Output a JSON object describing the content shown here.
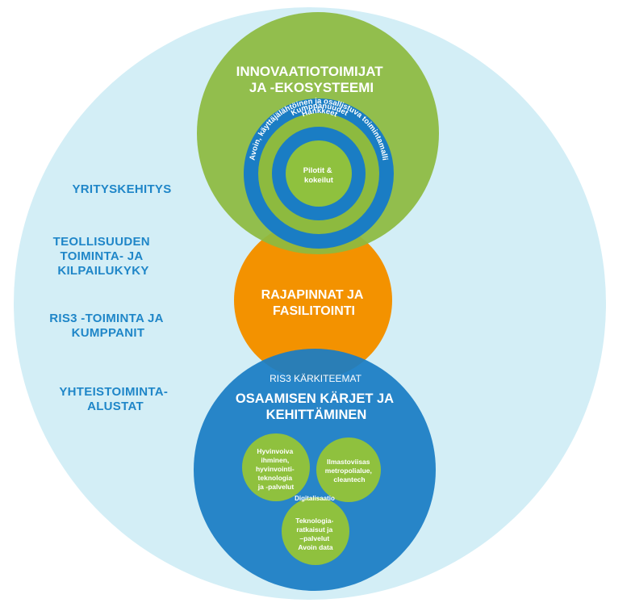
{
  "side_labels": [
    [
      "YRITYSKEHITYS"
    ],
    [
      "TEOLLISUUDEN",
      "TOIMINTA- JA",
      "KILPAILUKYKY"
    ],
    [
      "RIS3 -TOIMINTA JA",
      "KUMPPANIT"
    ],
    [
      "YHTEISTOIMINTA-",
      "ALUSTAT"
    ]
  ],
  "innovation": {
    "title": [
      "INNOVAATIOTOIMIJAT",
      "JA -EKOSYSTEEMI"
    ],
    "ring_outer": "Avoin, käyttäjälähtöinen ja osallistuva toimintamalli",
    "ring_partners": "Kumppanuudet",
    "ring_projects": "Hankkeet",
    "core": [
      "Pilotit &",
      "kokeilut"
    ]
  },
  "interfaces": {
    "title": [
      "RAJAPINNAT JA",
      "FASILITOINTI"
    ]
  },
  "competence": {
    "subtitle": "RIS3 KÄRKITEEMAT",
    "title": [
      "OSAAMISEN KÄRJET JA",
      "KEHITTÄMINEN"
    ],
    "themes": [
      [
        "Hyvinvoiva",
        "ihminen,",
        "hyvinvointi-",
        "teknologia",
        "ja -palvelut"
      ],
      [
        "Ilmastoviisas",
        "metropolialue,",
        "cleantech"
      ],
      [
        "Teknologia-",
        "ratkaisut ja",
        "–palvelut",
        "Avoin data"
      ]
    ],
    "center_label": "Digitalisaatio"
  },
  "colors": {
    "outer_bg": "#d3eef6",
    "green": "#8dba3f",
    "green_core": "#8fc13e",
    "blue": "#1a7dc4",
    "orange": "#f39200",
    "side_text": "#1f86c8"
  }
}
